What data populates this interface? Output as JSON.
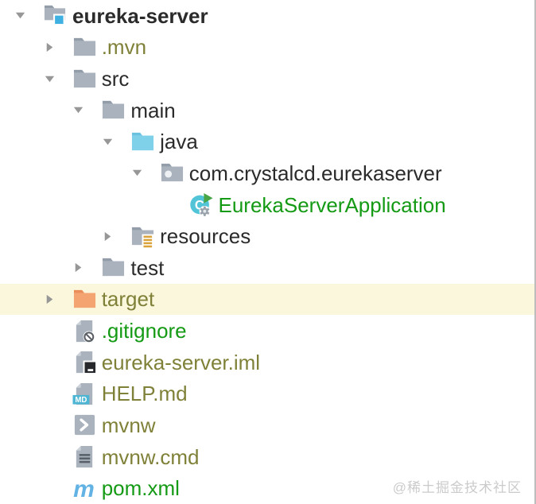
{
  "window": {
    "watermark": "@稀土掘金技术社区"
  },
  "colors": {
    "text_default": "#2b2b2b",
    "text_olive": "#7f8138",
    "text_green": "#149a14",
    "row_highlight": "#fbf7dc",
    "chevron_gray": "#979797",
    "folder_gray": "#a9b2bd",
    "folder_tab_gray": "#939daa",
    "folder_java": "#7fd0e9",
    "folder_java_tab": "#69c3e0",
    "folder_excluded": "#f3a470",
    "folder_excluded_tab": "#eb8d58",
    "project_badge_blue": "#3eb1e2",
    "md_badge": "#4db6d4",
    "maven_blue": "#62b2e4",
    "class_circle_teal": "#52c4d7",
    "run_arrow_green": "#47a546",
    "resources_badge_amber": "#d9a23a",
    "page_gray": "#a9b2bd",
    "page_fold": "#ccd2d9",
    "watermark_gray": "#cbcbcb"
  },
  "tree": {
    "rows": [
      {
        "label": "eureka-server",
        "level": 0,
        "expand": "expanded",
        "icon": "project-folder-icon",
        "color": "default",
        "bold": true,
        "highlighted": false
      },
      {
        "label": ".mvn",
        "level": 1,
        "expand": "collapsed",
        "icon": "folder-icon",
        "color": "olive",
        "bold": false,
        "highlighted": false
      },
      {
        "label": "src",
        "level": 1,
        "expand": "expanded",
        "icon": "folder-icon",
        "color": "default",
        "bold": false,
        "highlighted": false
      },
      {
        "label": "main",
        "level": 2,
        "expand": "expanded",
        "icon": "folder-icon",
        "color": "default",
        "bold": false,
        "highlighted": false
      },
      {
        "label": "java",
        "level": 3,
        "expand": "expanded",
        "icon": "java-folder-icon",
        "color": "default",
        "bold": false,
        "highlighted": false
      },
      {
        "label": "com.crystalcd.eurekaserver",
        "level": 4,
        "expand": "expanded",
        "icon": "package-icon",
        "color": "default",
        "bold": false,
        "highlighted": false
      },
      {
        "label": "EurekaServerApplication",
        "level": 5,
        "expand": "none",
        "icon": "class-run-icon",
        "color": "green",
        "bold": false,
        "highlighted": false
      },
      {
        "label": "resources",
        "level": 3,
        "expand": "collapsed",
        "icon": "resources-folder-icon",
        "color": "default",
        "bold": false,
        "highlighted": false
      },
      {
        "label": "test",
        "level": 2,
        "expand": "collapsed",
        "icon": "folder-icon",
        "color": "default",
        "bold": false,
        "highlighted": false
      },
      {
        "label": "target",
        "level": 1,
        "expand": "collapsed",
        "icon": "excluded-folder-icon",
        "color": "olive",
        "bold": false,
        "highlighted": true
      },
      {
        "label": ".gitignore",
        "level": 1,
        "expand": "none",
        "icon": "git-ignored-file-icon",
        "color": "green",
        "bold": false,
        "highlighted": false
      },
      {
        "label": "eureka-server.iml",
        "level": 1,
        "expand": "none",
        "icon": "module-file-icon",
        "color": "olive",
        "bold": false,
        "highlighted": false
      },
      {
        "label": "HELP.md",
        "level": 1,
        "expand": "none",
        "icon": "markdown-file-icon",
        "color": "olive",
        "bold": false,
        "highlighted": false
      },
      {
        "label": "mvnw",
        "level": 1,
        "expand": "none",
        "icon": "shell-script-icon",
        "color": "olive",
        "bold": false,
        "highlighted": false
      },
      {
        "label": "mvnw.cmd",
        "level": 1,
        "expand": "none",
        "icon": "text-file-icon",
        "color": "olive",
        "bold": false,
        "highlighted": false
      },
      {
        "label": "pom.xml",
        "level": 1,
        "expand": "none",
        "icon": "maven-pom-icon",
        "color": "green",
        "bold": false,
        "highlighted": false
      }
    ]
  }
}
